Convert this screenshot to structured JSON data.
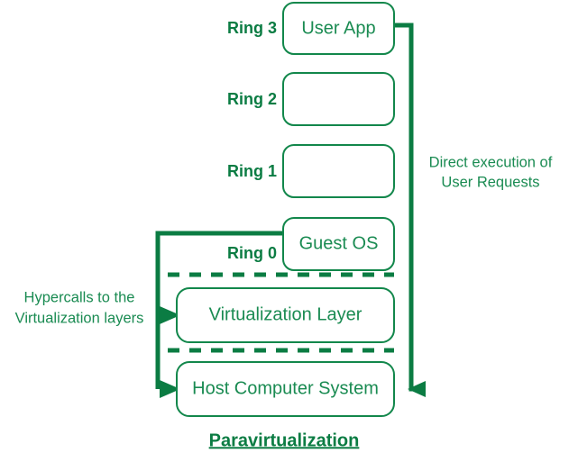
{
  "diagram": {
    "caption": "Paravirtualization",
    "accent_color": "#0B7C43",
    "box_text_color": "#1A8B52",
    "ring_levels": [
      {
        "id": "ring-3",
        "label": "Ring 3"
      },
      {
        "id": "ring-2",
        "label": "Ring 2"
      },
      {
        "id": "ring-1",
        "label": "Ring 1"
      },
      {
        "id": "ring-0",
        "label": "Ring 0"
      }
    ],
    "ring_boxes": [
      {
        "id": "user-app-box",
        "label": "User App"
      },
      {
        "id": "ring-2-box",
        "label": ""
      },
      {
        "id": "ring-1-box",
        "label": ""
      },
      {
        "id": "guest-os-box",
        "label": "Guest OS"
      }
    ],
    "stack_boxes": [
      {
        "id": "virtualization-layer-box",
        "label": "Virtualization Layer"
      },
      {
        "id": "host-computer-system-box",
        "label": "Host Computer System"
      }
    ],
    "annotations": {
      "left": {
        "id": "hypercalls-note",
        "line1": "Hypercalls to the",
        "line2": "Virtualization layers"
      },
      "right": {
        "id": "direct-execution-note",
        "line1": "Direct execution of",
        "line2": "User Requests"
      }
    }
  }
}
